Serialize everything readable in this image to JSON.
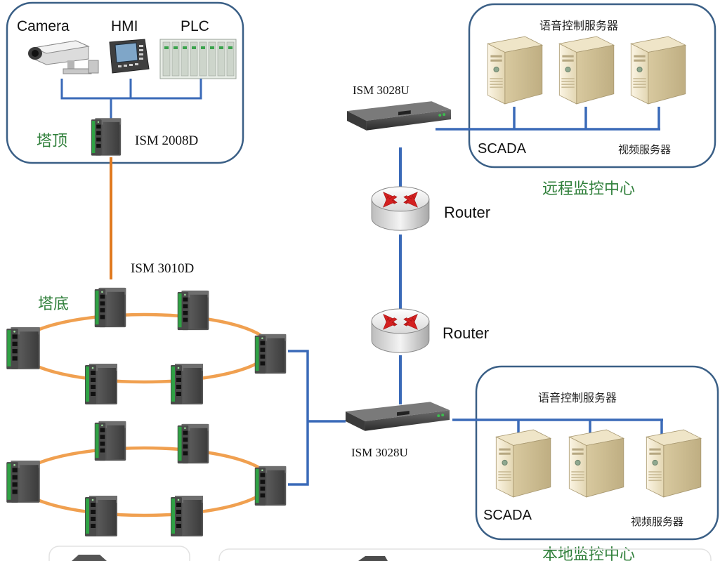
{
  "top_site": {
    "devices": [
      "Camera",
      "HMI",
      "PLC"
    ],
    "tower_top_label": "塔顶",
    "switch_label": "ISM 2008D"
  },
  "tower_bottom": {
    "label": "塔底",
    "switch_label": "ISM 3010D"
  },
  "remote_center": {
    "server_group_label": "语音控制服务器",
    "core_switch_label": "ISM 3028U",
    "scada_label": "SCADA",
    "video_label": "视频服务器",
    "center_label": "远程监控中心"
  },
  "routers": [
    "Router",
    "Router"
  ],
  "local_center": {
    "server_group_label": "语音控制服务器",
    "core_switch_label": "ISM 3028U",
    "scada_label": "SCADA",
    "video_label": "视频服务器",
    "center_label": "本地监控中心"
  },
  "colors": {
    "ethernet_link": "#3a6ab8",
    "fiber_link": "#f0a050",
    "uplink_fiber": "#e07a20",
    "box_border": "#3a5f86",
    "label_green": "#2f7f3a"
  }
}
